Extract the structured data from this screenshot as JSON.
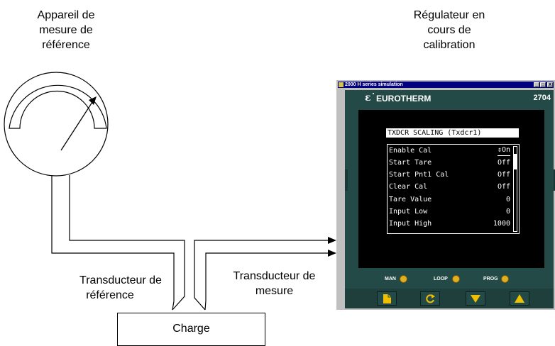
{
  "labels": {
    "reference_meter": [
      "Appareil de",
      "mesure de",
      "référence"
    ],
    "controller": [
      "Régulateur en",
      "cours de",
      "calibration"
    ],
    "reference_transducer": [
      "Transducteur de",
      "référence"
    ],
    "measure_transducer": [
      "Transducteur de",
      "mesure"
    ],
    "load": "Charge"
  },
  "simulator": {
    "window_title": "2000 H series simulation",
    "window_buttons": [
      "_",
      "□",
      "X"
    ],
    "brand_logo": "ε˙",
    "brand": "EUROTHERM",
    "model": "2704",
    "screen_title": "TXDCR SCALING (Txdcr1)",
    "rows": [
      {
        "label": "Enable Cal",
        "value": "⇕On"
      },
      {
        "label": "Start Tare",
        "value": "Off"
      },
      {
        "label": "Start Pnt1 Cal",
        "value": "Off"
      },
      {
        "label": "Clear Cal",
        "value": "Off"
      },
      {
        "label": "Tare Value",
        "value": "0"
      },
      {
        "label": "Input Low",
        "value": "0"
      },
      {
        "label": "Input High",
        "value": "1000"
      }
    ],
    "leds": [
      "MAN",
      "LOOP",
      "PROG"
    ],
    "keys": [
      "page-key",
      "scroll-key",
      "lower-key",
      "raise-key"
    ]
  },
  "colors": {
    "device_body": "#234a46",
    "led": "#e0b020",
    "key_icon": "#f0c000",
    "titlebar": "#000080"
  }
}
